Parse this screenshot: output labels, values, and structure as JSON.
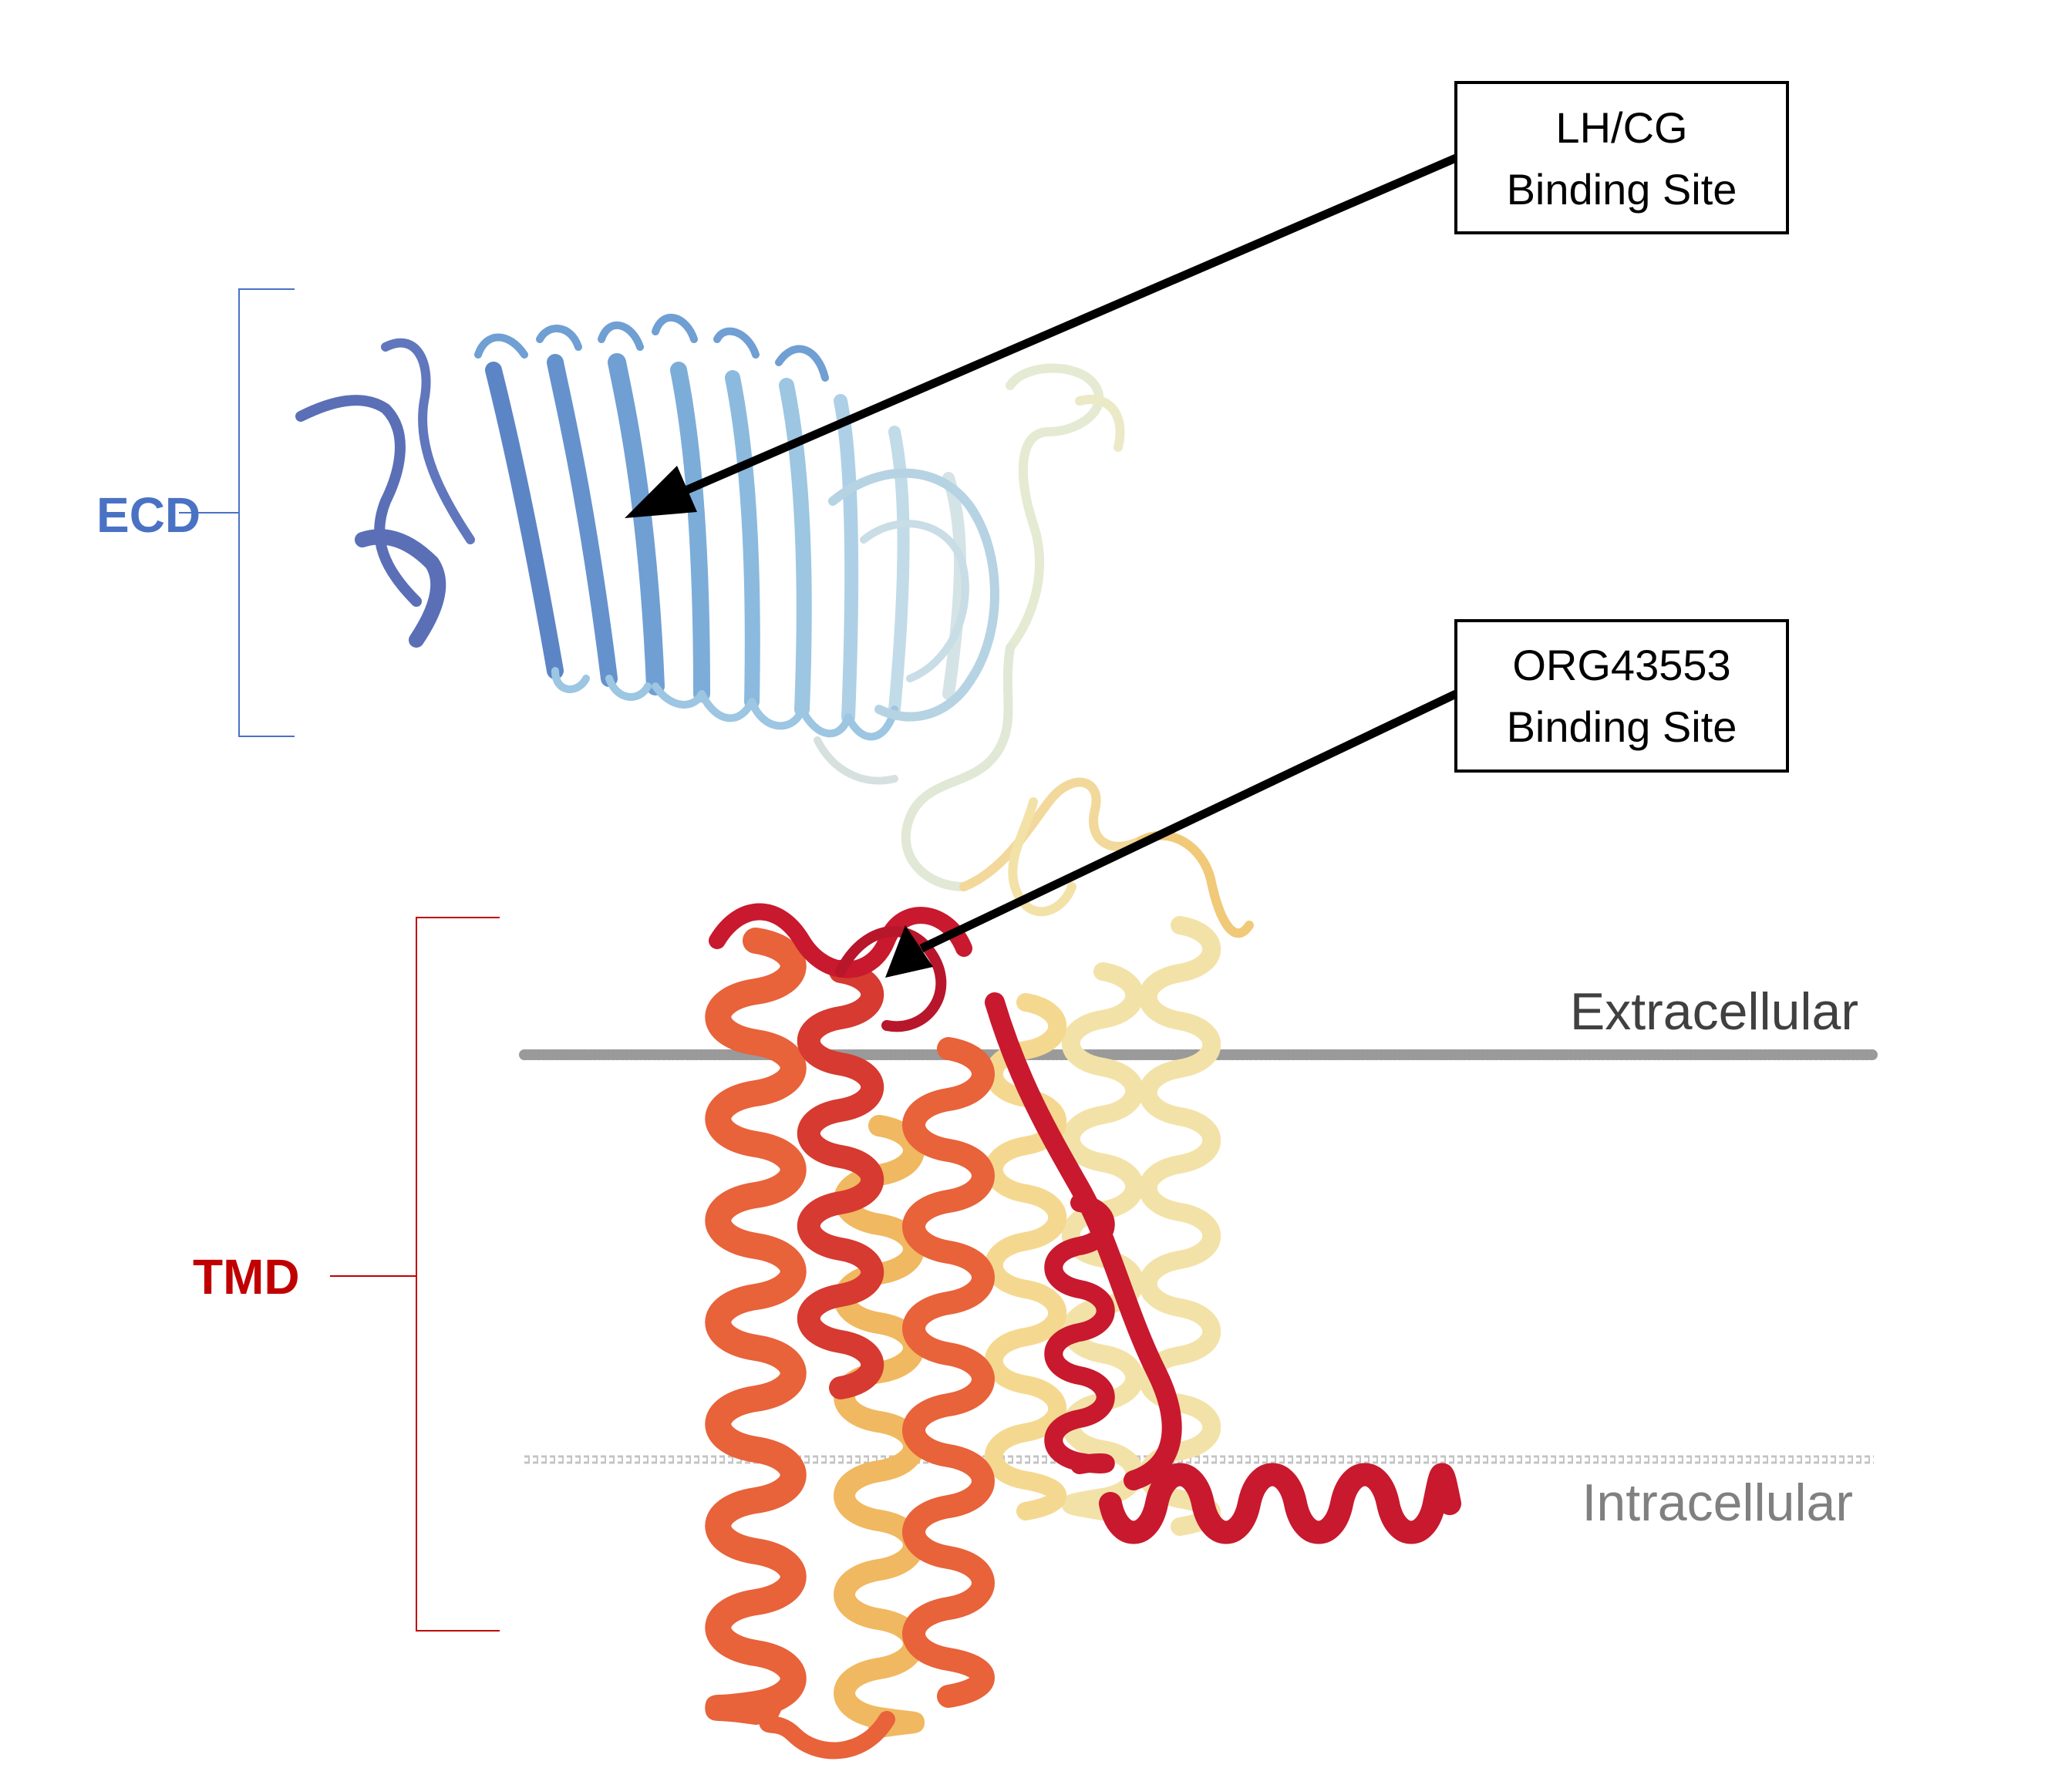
{
  "labels": {
    "ecd": "ECD",
    "tmd": "TMD",
    "extracellular": "Extracellular",
    "intracellular": "Intracellular"
  },
  "callouts": {
    "lhcg": {
      "line1": "LH/CG",
      "line2": "Binding Site"
    },
    "org": {
      "line1": "ORG43553",
      "line2": "Binding Site"
    }
  },
  "colors": {
    "ecd": "#4a72c4",
    "tmd": "#c00000",
    "membrane": "#a6a6a6",
    "extracellular_text": "#404040",
    "intracellular_text": "#808080",
    "ecd_ribbon_dark": "#5a70b8",
    "ecd_ribbon_light": "#bcd8ea",
    "tmd_ribbon_red": "#c8192e",
    "tmd_ribbon_orange": "#e8623a",
    "tmd_ribbon_gold": "#f0b860",
    "tmd_ribbon_pale": "#f3e2a8"
  }
}
